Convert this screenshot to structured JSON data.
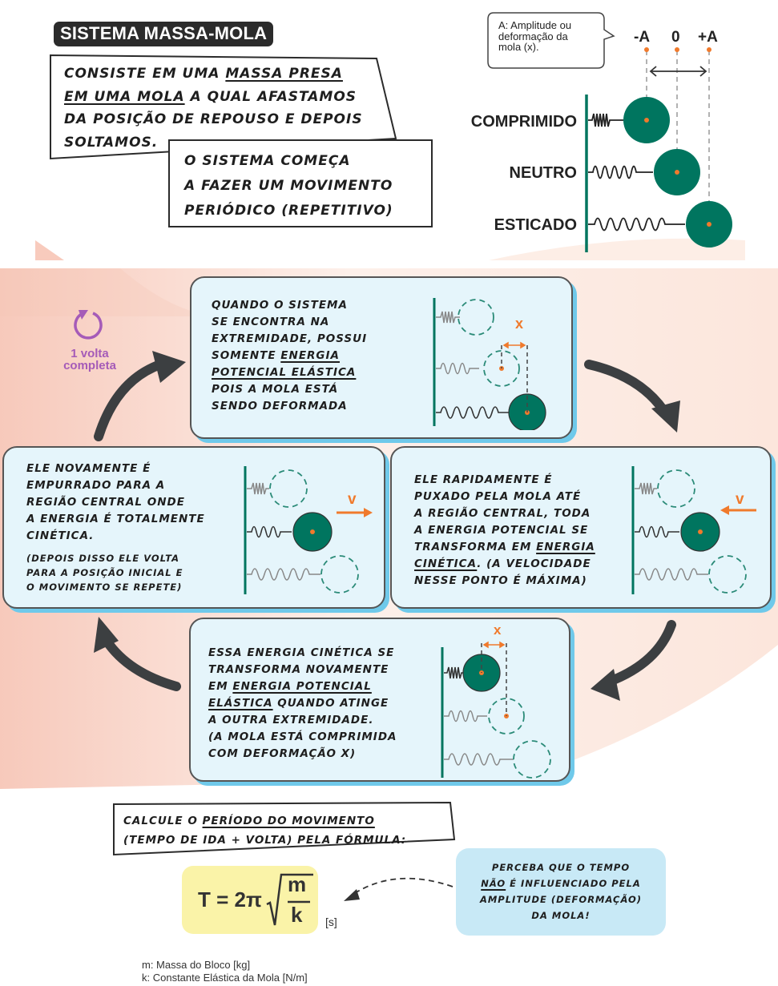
{
  "title": "SISTEMA MASSA-MOLA",
  "intro": {
    "line1_pre": "Consiste em uma ",
    "line1_u": "massa presa",
    "line2_u": "em uma mola",
    "line2_post": " a qual afastamos",
    "line3": "da posição de repouso e depois",
    "line4": "soltamos."
  },
  "periodic": {
    "line1": "O sistema começa",
    "line2": "a fazer um movimento",
    "line3": "periódico (repetitivo)"
  },
  "amplitude_bubble": {
    "line1": "A: Amplitude ou",
    "line2": "deformação da",
    "line3": "mola (x)."
  },
  "axis": {
    "neg": "-A",
    "zero": "0",
    "pos": "+A"
  },
  "states": [
    {
      "label": "COMPRIMIDO"
    },
    {
      "label": "NEUTRO"
    },
    {
      "label": "ESTICADO"
    }
  ],
  "cycle_label": {
    "line1": "1 volta",
    "line2": "completa"
  },
  "cards": {
    "top": {
      "lines": [
        "Quando o sistema",
        "se encontra na",
        "extremidade, possui",
        "somente "
      ],
      "u1": "energia",
      "u2": "potencial elástica",
      "tail": [
        "pois a mola está",
        "sendo deformada"
      ],
      "marker": "x"
    },
    "right": {
      "lines": [
        "Ele rapidamente é",
        "puxado pela mola até",
        "a região central, toda",
        "a energia potencial se",
        "transforma em "
      ],
      "u1": "energia",
      "u2": "cinética",
      "tail1": ". (A velocidade",
      "tail2": "nesse ponto é máxima)",
      "marker": "v"
    },
    "bottom": {
      "line1": "Essa energia cinética se",
      "line2": "transforma novamente",
      "line3_pre": "em ",
      "u1": "energia potencial",
      "u2": "elástica",
      "line4_post": " quando atinge",
      "line5": "a outra extremidade.",
      "line6": "(A mola está comprimida",
      "line7": "com deformação x)",
      "marker": "x"
    },
    "left": {
      "lines": [
        "Ele novamente é",
        "empurrado para a",
        "região central onde",
        "a energia é totalmente",
        "cinética."
      ],
      "note": [
        "(Depois disso ele volta",
        "para a posição inicial e",
        "o movimento se repete)"
      ],
      "marker": "v"
    }
  },
  "calc": {
    "line1_pre": "Calcule o ",
    "line1_u": "período do movimento",
    "line2": "(tempo de ida + volta) pela fórmula:"
  },
  "formula": {
    "lhs": "T = 2π",
    "num": "m",
    "den": "k",
    "unit": "[s]"
  },
  "note": {
    "line1": "Perceba que o tempo",
    "u": "não",
    "line2_post": " é influenciado pela",
    "line3": "amplitude (deformação)",
    "line4": "da mola!"
  },
  "legend": {
    "m": "m: Massa do Bloco [kg]",
    "k": "k: Constante Elástica da Mola [N/m]"
  },
  "colors": {
    "teal": "#00755f",
    "orange": "#f07a2c",
    "purple": "#a55bb8",
    "card_bg": "#e5f5fb",
    "card_shadow": "#6fc9ea",
    "formula_bg": "#faf3a8",
    "note_bg": "#c8e9f6",
    "arrow": "#3c3f41"
  }
}
